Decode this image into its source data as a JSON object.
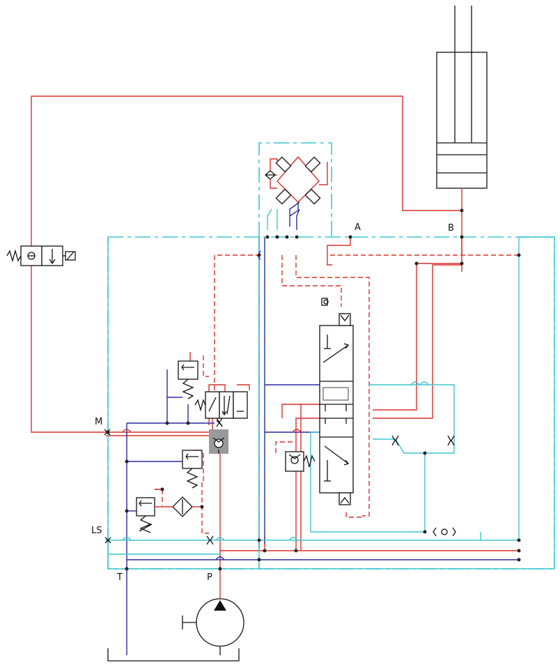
{
  "ports": {
    "A": "A",
    "B": "B",
    "M": "M",
    "LS": "LS",
    "T": "T",
    "P": "P"
  },
  "colors": {
    "pressure_line": "#d9302a",
    "tank_line": "#2a2aa0",
    "load_sense_line": "#3cc6cf",
    "symbol": "#111111",
    "highlight": "#8a8a8a"
  }
}
